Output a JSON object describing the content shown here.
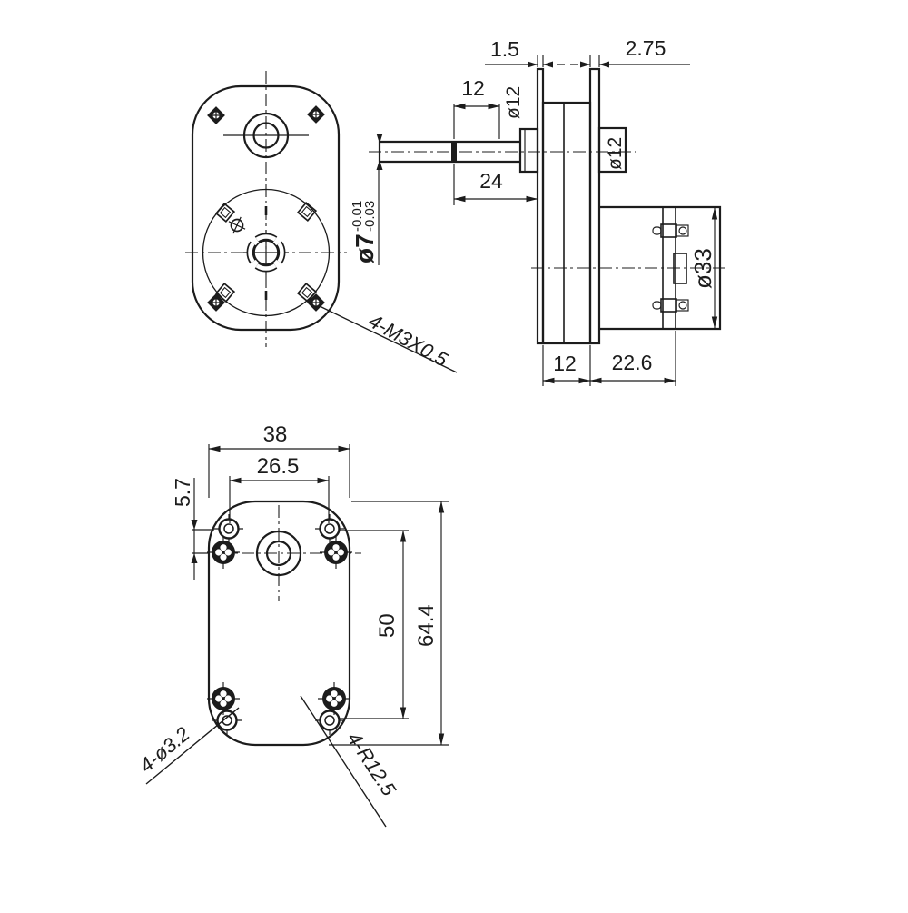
{
  "title": "Gearmotor engineering drawing, three views",
  "colors": {
    "background": "#ffffff",
    "line": "#1c1c1c"
  },
  "front_view": {
    "thread_callout": "4-M3X0.5"
  },
  "side_view": {
    "dim_cover_plate_thickness": "1.5",
    "dim_rear_plate_thickness": "2.75",
    "dim_shaft_flat_length": "12",
    "dim_front_boss_dia": "ø12",
    "dim_rear_boss_dia": "ø12",
    "dim_shaft_protrusion": "24",
    "dim_shaft_dia": "ø7",
    "dim_shaft_tol_upper": "-0.01",
    "dim_shaft_tol_lower": "-0.03",
    "dim_motor_dia": "ø33",
    "dim_gearbox_width": "12",
    "dim_motor_length": "22.6"
  },
  "bottom_view": {
    "dim_body_width": "38",
    "dim_hole_spacing": "26.5",
    "dim_hole_offset": "5.7",
    "dim_hole_span_vertical": "50",
    "dim_body_height": "64.4",
    "mount_hole_callout": "4-ø3.2",
    "corner_radius_callout": "4-R12.5"
  }
}
